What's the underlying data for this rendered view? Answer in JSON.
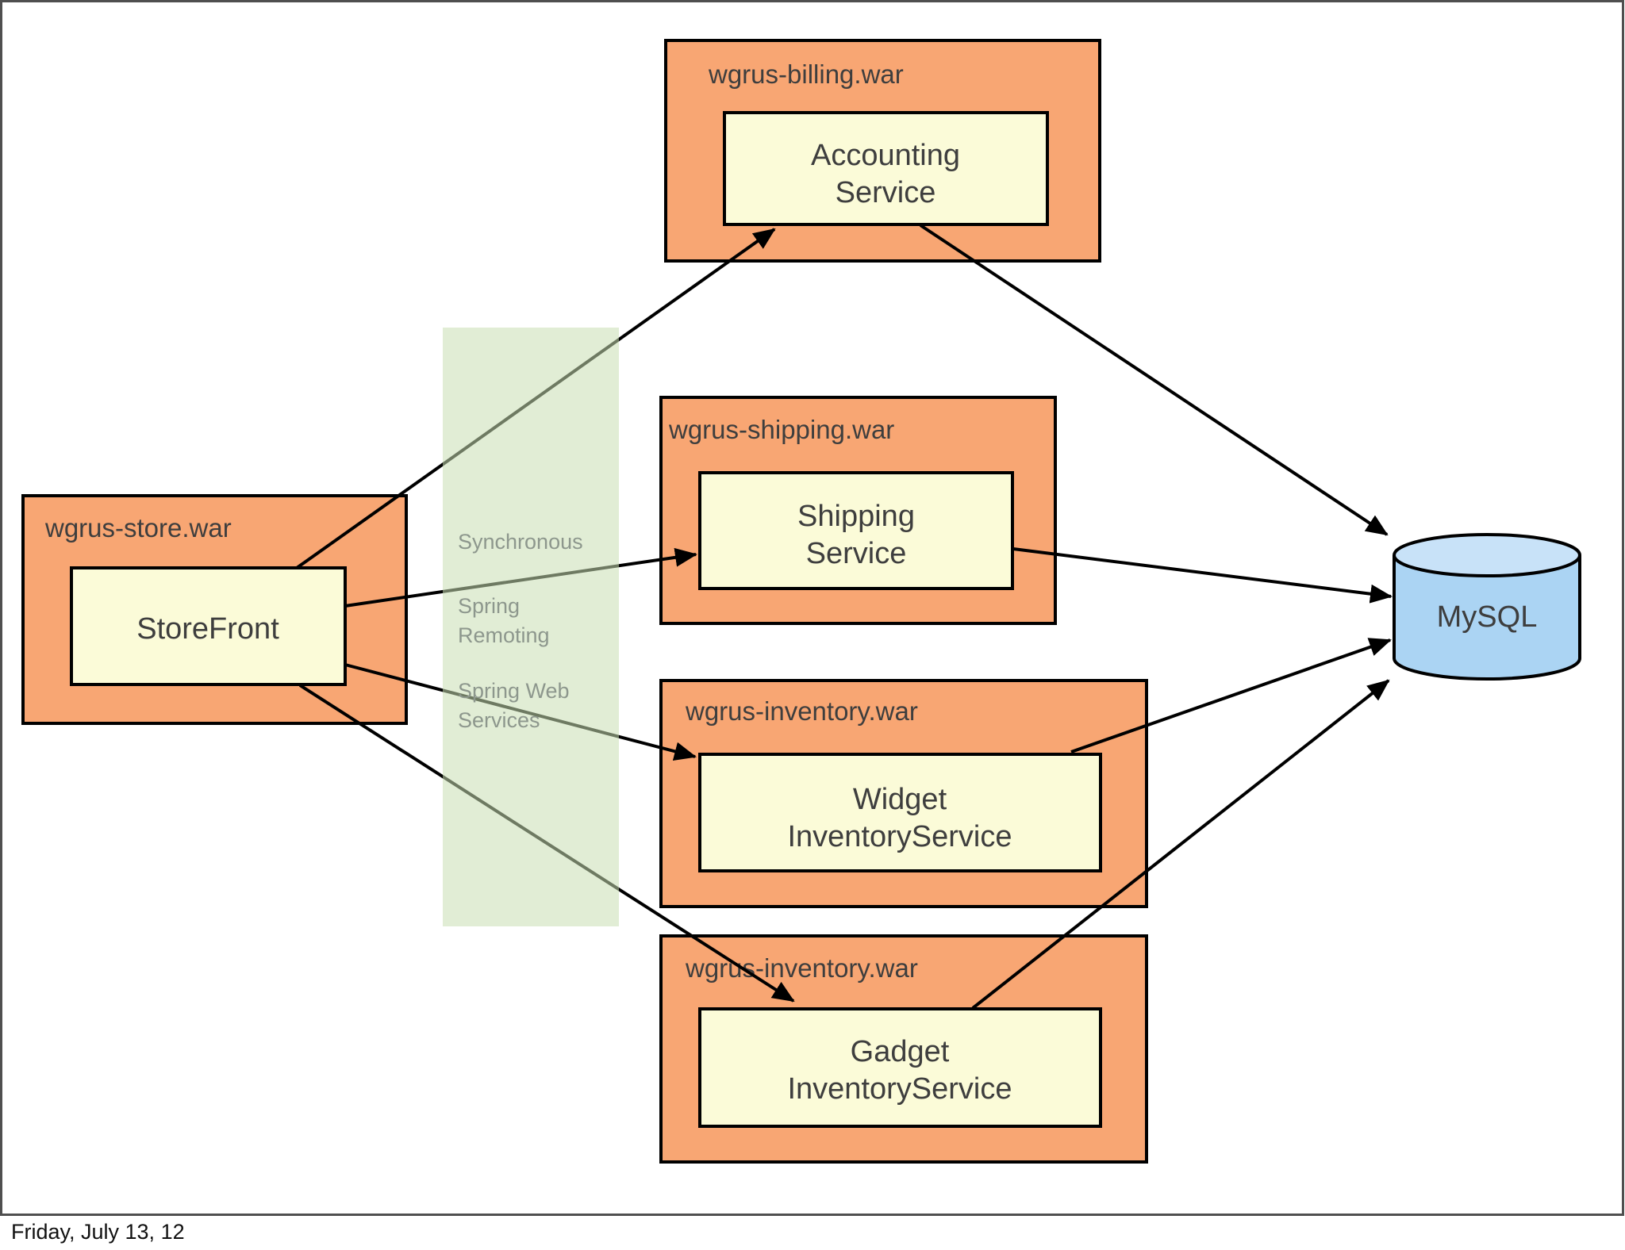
{
  "diagram": {
    "billing": {
      "war_label": "wgrus-billing.war",
      "service_line1": "Accounting",
      "service_line2": "Service"
    },
    "shipping": {
      "war_label": "wgrus-shipping.war",
      "service_line1": "Shipping",
      "service_line2": "Service"
    },
    "widget_inventory": {
      "war_label": "wgrus-inventory.war",
      "service_line1": "Widget",
      "service_line2": "InventoryService"
    },
    "gadget_inventory": {
      "war_label": "wgrus-inventory.war",
      "service_line1": "Gadget",
      "service_line2": "InventoryService"
    },
    "store": {
      "war_label": "wgrus-store.war",
      "service_label": "StoreFront"
    },
    "database": {
      "label": "MySQL"
    }
  },
  "band": {
    "label_synchronous": "Synchronous",
    "label_remoting_line1": "Spring",
    "label_remoting_line2": "Remoting",
    "label_webservices_line1": "Spring Web",
    "label_webservices_line2": "Services"
  },
  "footer": {
    "date": "Friday, July 13, 12"
  },
  "colors": {
    "container_fill": "#F8A673",
    "service_fill": "#FBFBD8",
    "database_body_fill": "#ABD4F3",
    "database_top_fill": "#C8E2F8",
    "band_fill": "#C9DFB2",
    "band_text": "#8D978D",
    "box_text": "#3E3E3E",
    "line": "#000000",
    "page_border": "#4F4F4F"
  }
}
